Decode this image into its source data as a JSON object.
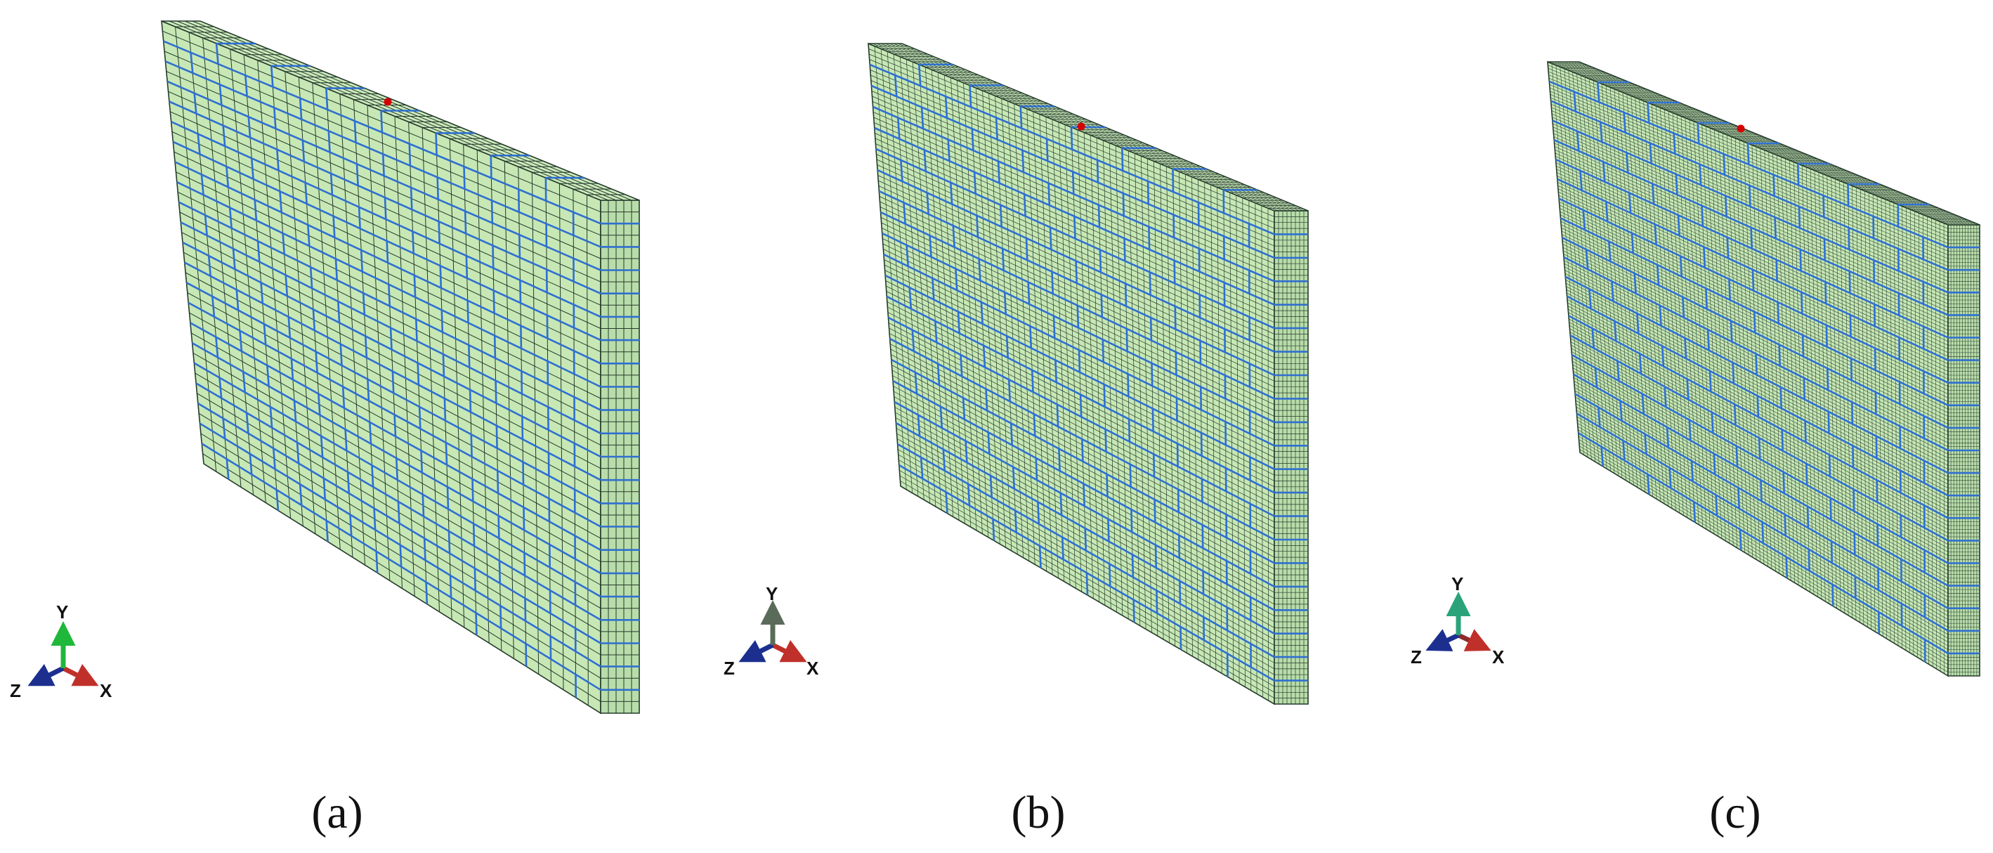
{
  "colors": {
    "brick_face": "#c7e8b5",
    "brick_side": "#b9ddaa",
    "brick_top": "#cdebbd",
    "element_line": "#243a2c",
    "mortar": "#2f6fd0",
    "monitor_point": "#d60000",
    "axis_x": "#c0302a",
    "axis_y_a": "#1fb83a",
    "axis_y_b": "#5b6b5a",
    "axis_y_c": "#2aa37a",
    "axis_z": "#1c2f8f"
  },
  "panels": [
    {
      "id": "a",
      "caption": "(a)",
      "mesh_divisions_per_brick": {
        "along_length": 4,
        "along_height": 2
      },
      "triad": {
        "x_label": "X",
        "y_label": "Y",
        "z_label": "Z",
        "y_color_key": "axis_y_a"
      }
    },
    {
      "id": "b",
      "caption": "(b)",
      "mesh_divisions_per_brick": {
        "along_length": 8,
        "along_height": 4
      },
      "triad": {
        "x_label": "X",
        "y_label": "Y",
        "z_label": "Z",
        "y_color_key": "axis_y_b"
      }
    },
    {
      "id": "c",
      "caption": "(c)",
      "mesh_divisions_per_brick": {
        "along_length": 12,
        "along_height": 6
      },
      "triad": {
        "x_label": "X",
        "y_label": "Y",
        "z_label": "Z",
        "y_color_key": "axis_y_c"
      }
    }
  ]
}
